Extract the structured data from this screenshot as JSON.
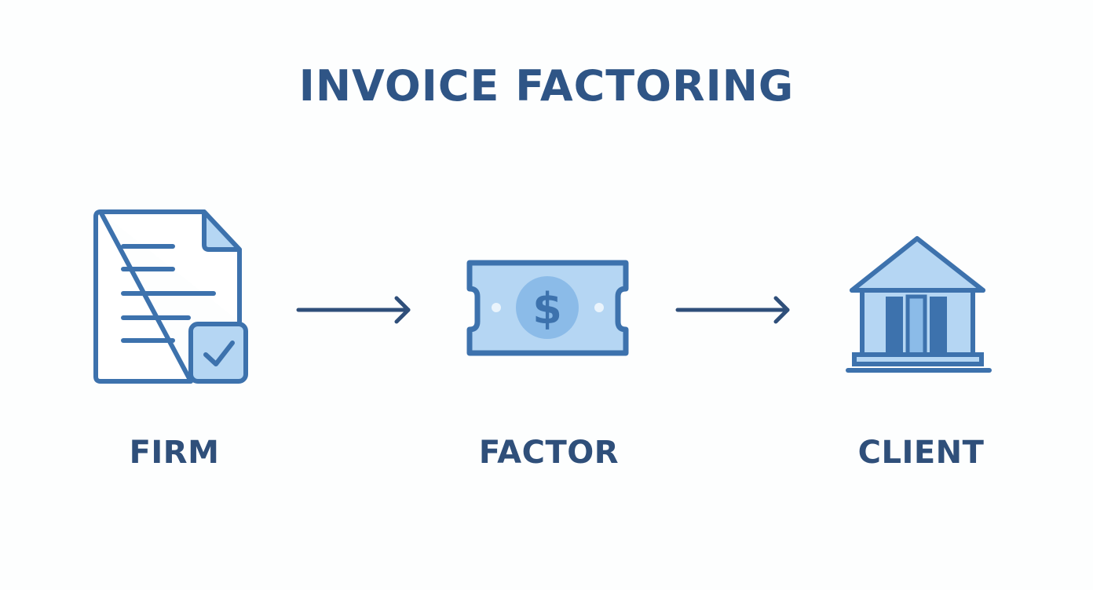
{
  "diagram": {
    "title": "INVOICE FACTORING",
    "nodes": [
      {
        "label": "FIRM",
        "icon": "invoice-document-check-icon"
      },
      {
        "label": "FACTOR",
        "icon": "dollar-bill-icon"
      },
      {
        "label": "CLIENT",
        "icon": "bank-building-icon"
      }
    ],
    "edges": [
      {
        "from": "FIRM",
        "to": "FACTOR"
      },
      {
        "from": "FACTOR",
        "to": "CLIENT"
      }
    ],
    "colors": {
      "stroke": "#3d72ad",
      "fill_light": "#b5d6f3",
      "fill_mid": "#8bbbe8",
      "title": "#2f5586",
      "label": "#2f4f7a",
      "arrow": "#2f4f7a",
      "background": "#fdfefe"
    }
  }
}
